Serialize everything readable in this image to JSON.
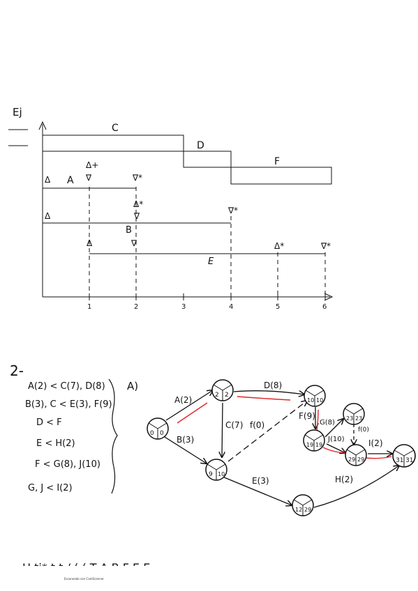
{
  "gantt": {
    "axis_label": "Ej",
    "tick_labels": [
      "1",
      "2",
      "3",
      "4",
      "5",
      "6"
    ],
    "activity_labels": {
      "A": "A",
      "B": "B",
      "C": "C",
      "D": "D",
      "E": "E",
      "F": "F"
    },
    "markers": {
      "start": "Δ",
      "finish": "∇",
      "start_star": "Δ*",
      "finish_star": "∇*",
      "start_plus": "Δ+"
    }
  },
  "section": {
    "number": "2-",
    "answer_label": "A)",
    "precedences": [
      "A(2) < C(7), D(8)",
      "B(3), C < E(3), F(9)",
      "D < F",
      "E < H(2)",
      "F < G(8), J(10)",
      "G, J < I(2)"
    ]
  },
  "network": {
    "nodes": [
      {
        "id": "n1",
        "early": "0",
        "late": "0"
      },
      {
        "id": "n2",
        "early": "2",
        "late": "2"
      },
      {
        "id": "n3",
        "early": "9",
        "late": "10"
      },
      {
        "id": "n4",
        "early": "10",
        "late": "10"
      },
      {
        "id": "n5",
        "early": "19",
        "late": "19"
      },
      {
        "id": "n6",
        "early": "23",
        "late": "23"
      },
      {
        "id": "n7",
        "early": "29",
        "late": "29"
      },
      {
        "id": "n8",
        "early": "31",
        "late": "31"
      },
      {
        "id": "n9",
        "early": "12",
        "late": "29"
      }
    ],
    "edge_labels": {
      "A": "A(2)",
      "B": "B(3)",
      "C": "C(7)",
      "D": "D(8)",
      "E": "E(3)",
      "F": "F(9)",
      "G": "G(8)",
      "J": "J(10)",
      "I": "I(2)",
      "H": "H(2)",
      "f0": "f(0)",
      "f0b": "f(0)"
    }
  },
  "bottom_text": "H  ti*  t  t  /  ( (  T  A  B  F  E  E",
  "footer": "Escaneado con CamScanner"
}
